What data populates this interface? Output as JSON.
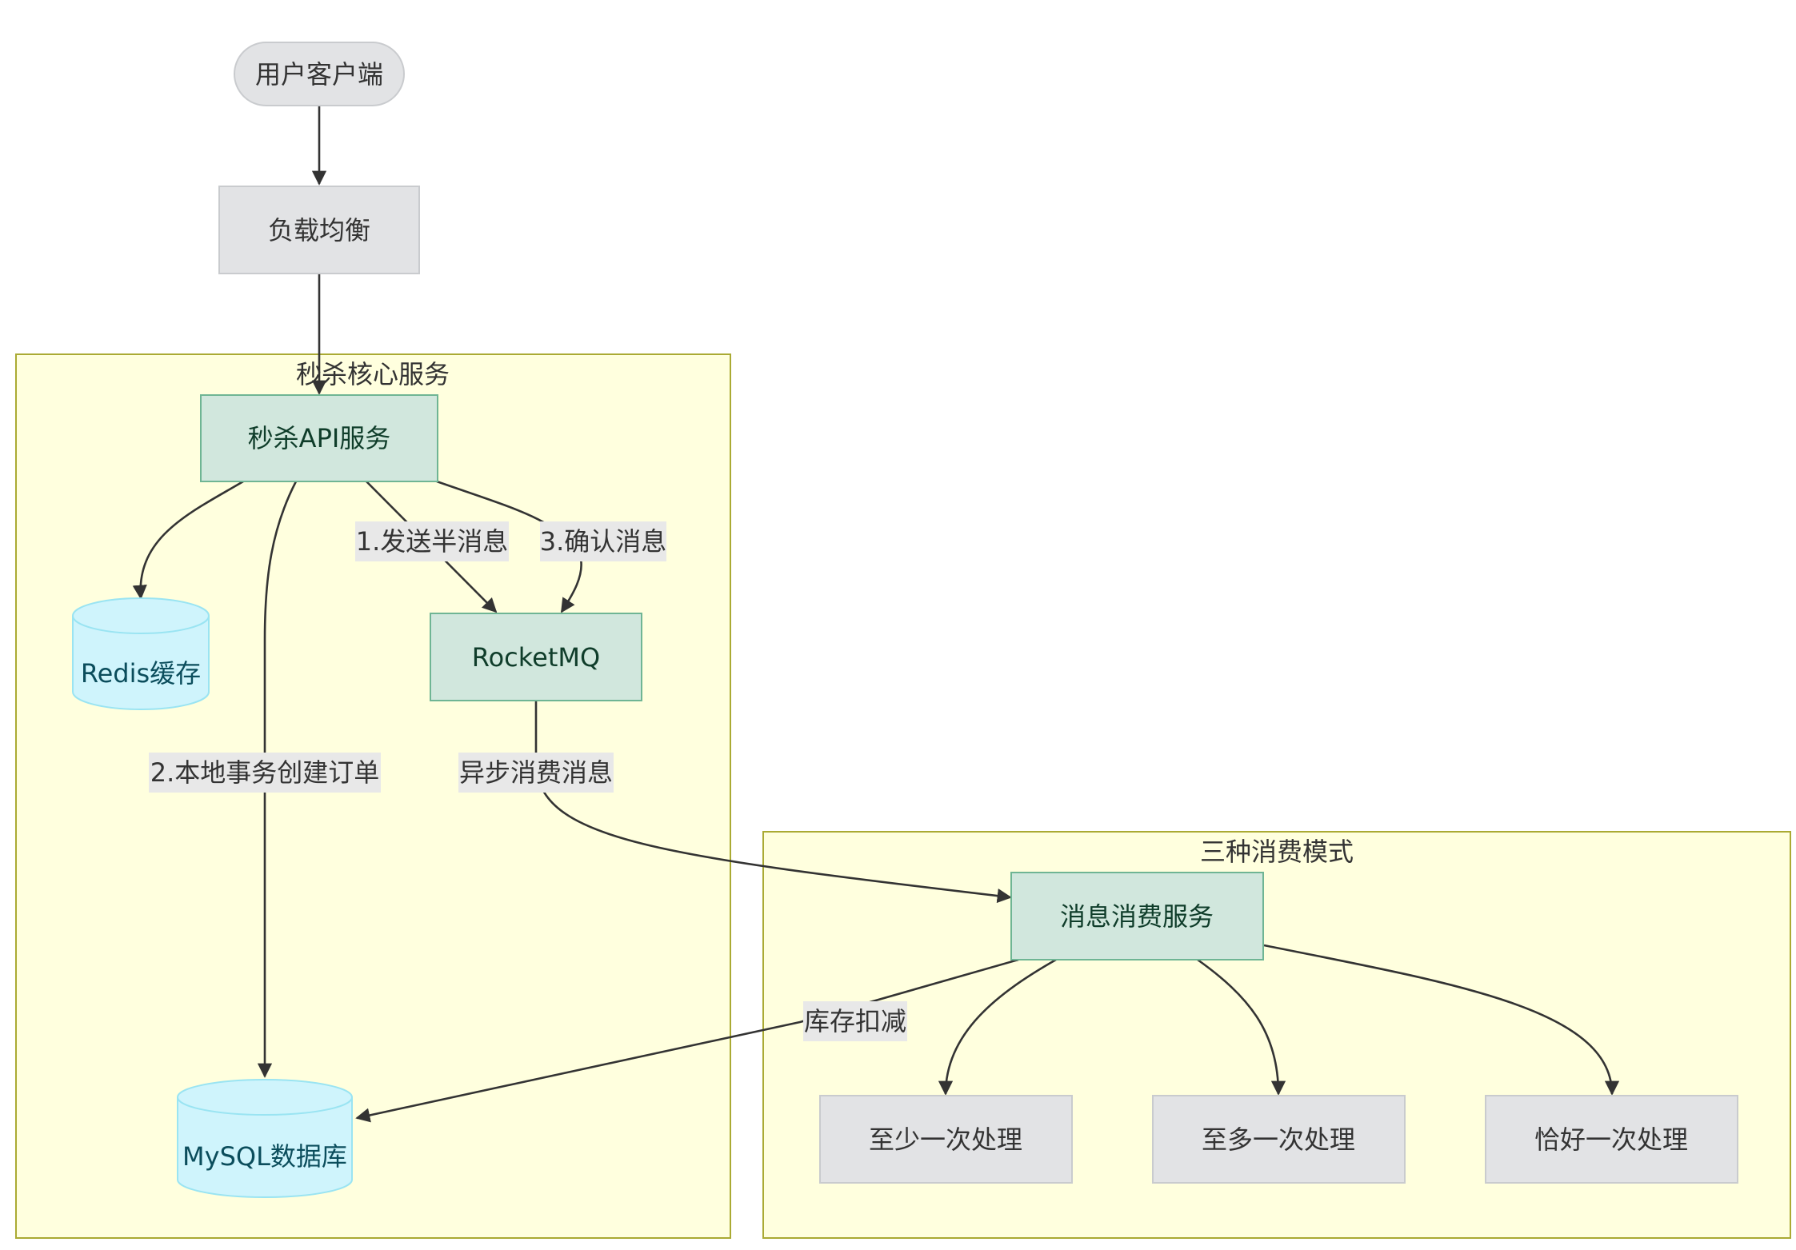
{
  "clusters": {
    "core": {
      "title": "秒杀核心服务"
    },
    "consume": {
      "title": "三种消费模式"
    }
  },
  "nodes": {
    "client": "用户客户端",
    "lb": "负载均衡",
    "api": "秒杀API服务",
    "redis": "Redis缓存",
    "mq": "RocketMQ",
    "mysql": "MySQL数据库",
    "consumer": "消息消费服务",
    "at_least_once": "至少一次处理",
    "at_most_once": "至多一次处理",
    "exactly_once": "恰好一次处理"
  },
  "edges": {
    "send_half": "1.发送半消息",
    "confirm": "3.确认消息",
    "local_tx": "2.本地事务创建订单",
    "async_consume": "异步消费消息",
    "deduct_stock": "库存扣减"
  },
  "colors": {
    "cluster_fill": "#ffffde",
    "cluster_stroke": "#aaaa33",
    "service_fill": "#d1e7dd",
    "database_fill": "#cff4fc",
    "neutral_fill": "#e2e3e5"
  }
}
